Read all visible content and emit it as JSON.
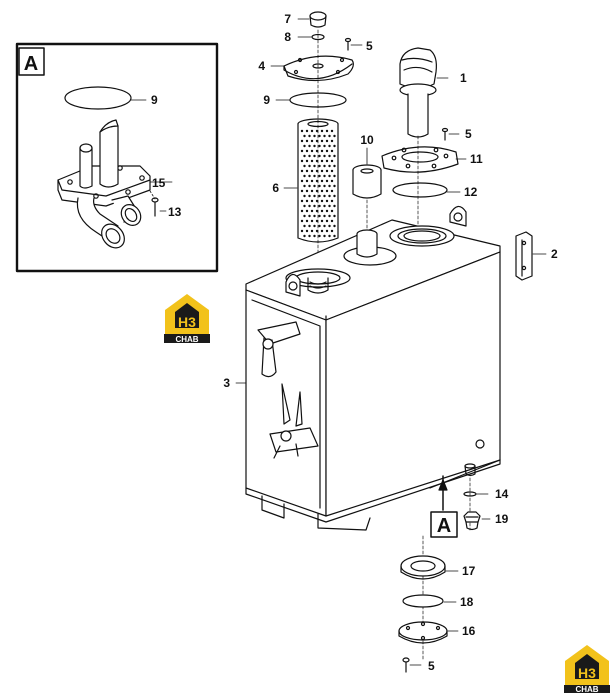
{
  "detail_letter": "A",
  "section_marker": "A",
  "callouts": {
    "c1": "1",
    "c2": "2",
    "c3": "3",
    "c4": "4",
    "c5a": "5",
    "c5b": "5",
    "c5c": "5",
    "c6": "6",
    "c7": "7",
    "c8": "8",
    "c9a": "9",
    "c9b": "9",
    "c10": "10",
    "c11": "11",
    "c12": "12",
    "c13": "13",
    "c14": "14",
    "c15": "15",
    "c16": "16",
    "c17": "17",
    "c18": "18",
    "c19": "19"
  },
  "logo": {
    "mark": "H3",
    "sub": "CHAB"
  },
  "colors": {
    "logo_yellow": "#f2c21b",
    "logo_dark": "#1a1a1a",
    "line": "#111111"
  }
}
